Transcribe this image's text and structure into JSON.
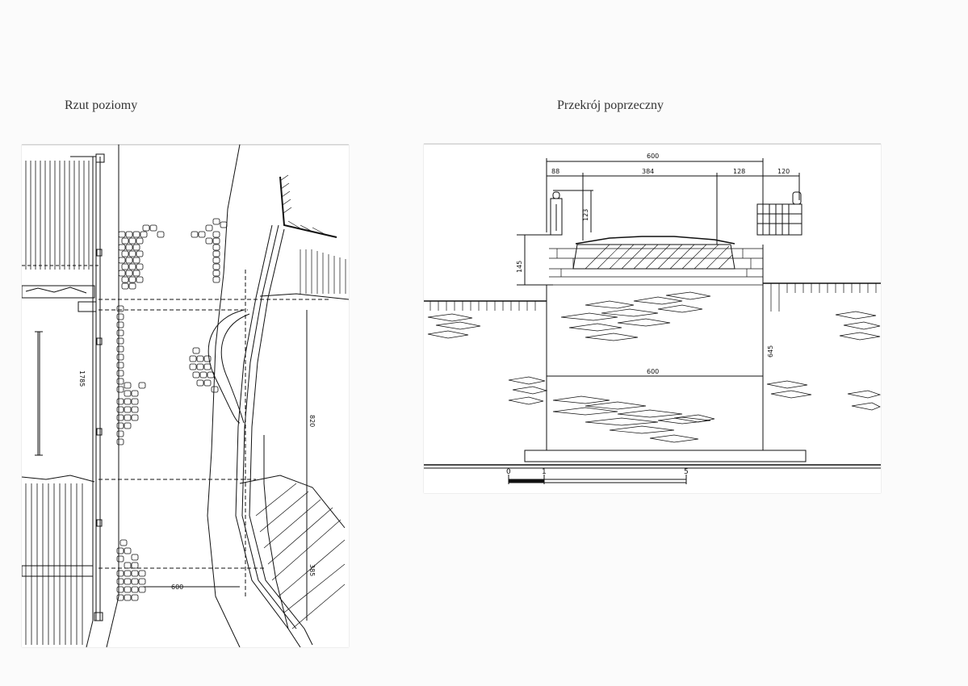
{
  "titles": {
    "plan": "Rzut poziomy",
    "section": "Przekrój poprzeczny"
  },
  "plan": {
    "dim_width": "600",
    "dim_total": "1785",
    "dim_right": "820",
    "dim_lower": "385"
  },
  "section": {
    "dim_total": "600",
    "dim_left": "88",
    "dim_mid": "384",
    "dim_right_inner": "128",
    "dim_right_outer": "120",
    "dim_railing": "123",
    "dim_arch": "145",
    "dim_height": "645",
    "dim_span": "600",
    "scale": [
      "0",
      "1",
      "5"
    ]
  }
}
